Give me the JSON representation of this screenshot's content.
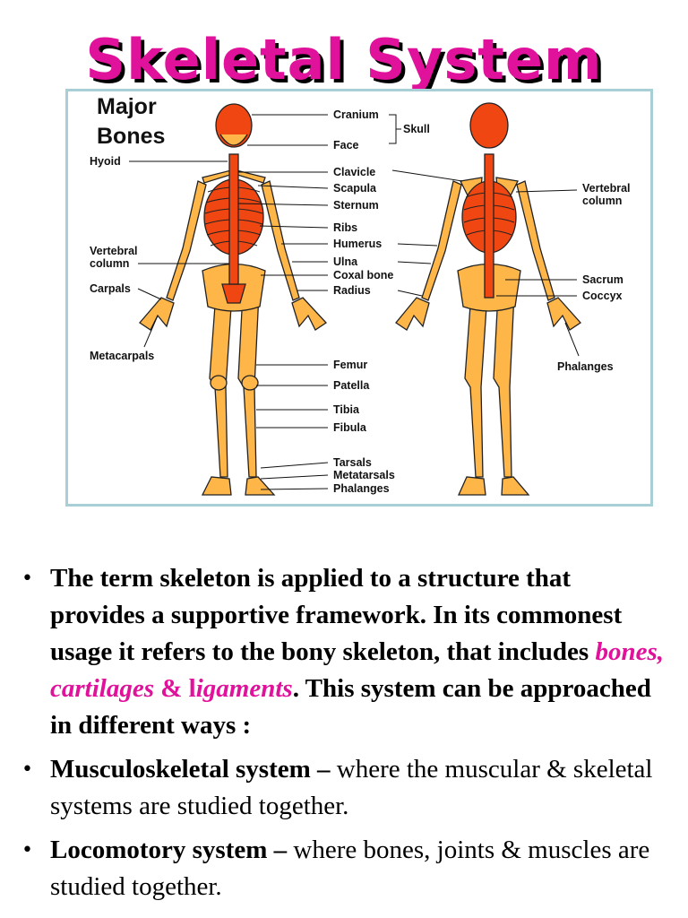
{
  "title": "Skeletal System",
  "figure": {
    "heading_line1": "Major",
    "heading_line2": "Bones",
    "labels": {
      "cranium": "Cranium",
      "face": "Face",
      "skull": "Skull",
      "hyoid": "Hyoid",
      "clavicle": "Clavicle",
      "scapula": "Scapula",
      "sternum": "Sternum",
      "ribs": "Ribs",
      "humerus": "Humerus",
      "ulna": "Ulna",
      "coxal_bone": "Coxal bone",
      "radius": "Radius",
      "vertebral_left": "Vertebral",
      "column_left": "column",
      "carpals": "Carpals",
      "metacarpals": "Metacarpals",
      "femur": "Femur",
      "patella": "Patella",
      "tibia": "Tibia",
      "fibula": "Fibula",
      "tarsals": "Tarsals",
      "metatarsals": "Metatarsals",
      "phalanges_feet": "Phalanges",
      "vertebral_right": "Vertebral",
      "column_right": "column",
      "sacrum": "Sacrum",
      "coccyx": "Coccyx",
      "phalanges_hand": "Phalanges"
    },
    "colors": {
      "axial": "#ef4612",
      "appendicular": "#ffb648",
      "outline": "#222222"
    }
  },
  "bullets": [
    {
      "p1": "The term skeleton is applied to a structure that provides a supportive framework. In its commonest usage it refers to the bony skeleton, that includes ",
      "highlight1": "bones, cartilages",
      "p2": " & ",
      "highlight2_plain": "l",
      "highlight2": "igaments",
      "p3": ". This system can be approached in different ways :"
    },
    {
      "term": "Musculoskeletal system –",
      "desc": " where the muscular & skeletal systems are studied together."
    },
    {
      "term": "Locomotory system –",
      "desc": " where bones, joints & muscles are studied together."
    }
  ],
  "bullet_glyph": "•"
}
